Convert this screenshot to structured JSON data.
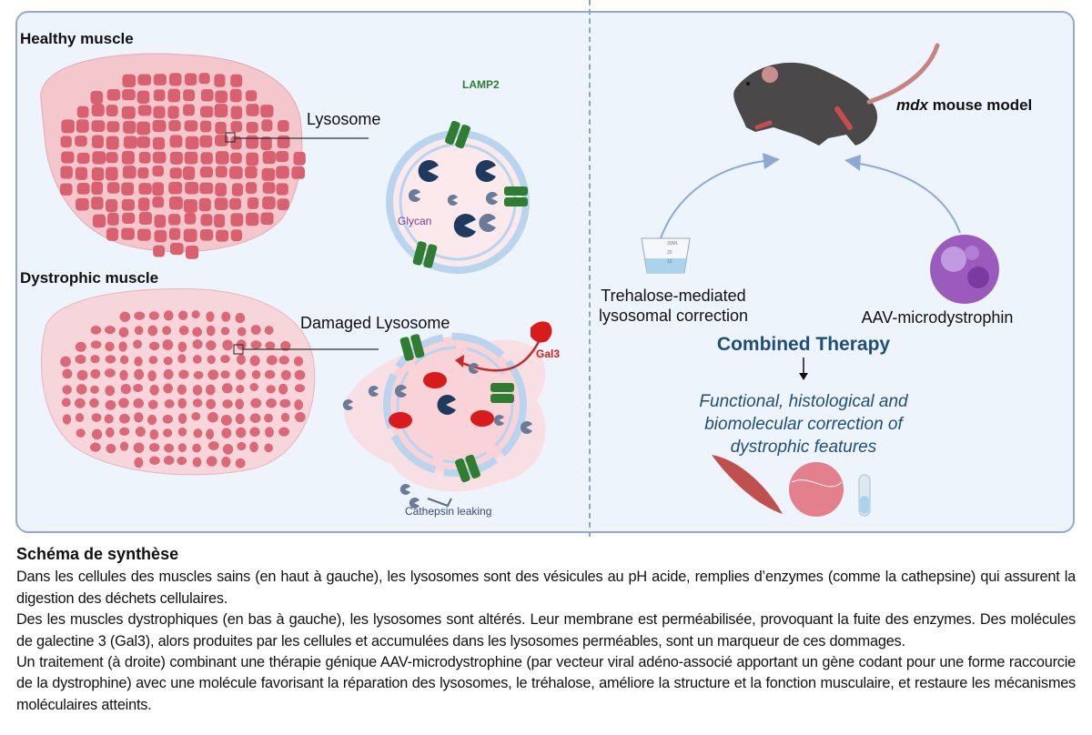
{
  "left_panel": {
    "healthy_title": "Healthy muscle",
    "lysosome_label": "Lysosome",
    "lamp2_label": "LAMP2",
    "glycan_label": "Glycan",
    "dystrophic_title": "Dystrophic muscle",
    "damaged_lysosome_label": "Damaged Lysosome",
    "gal3_label": "Gal3",
    "cathepsin_label": "Cathepsin leaking"
  },
  "right_panel": {
    "mouse_label_italic": "mdx",
    "mouse_label_rest": " mouse model",
    "trehalose_line1": "Trehalose-mediated",
    "trehalose_line2": "lysosomal correction",
    "aav_label": "AAV-microdystrophin",
    "combined_title": "Combined Therapy",
    "outcome_line1": "Functional, histological and",
    "outcome_line2": "biomolecular correction of",
    "outcome_line3": "dystrophic features",
    "beaker_marks": [
      "30ML",
      "20",
      "10"
    ]
  },
  "caption": {
    "title": "Schéma de synthèse",
    "paragraphs": [
      "Dans les cellules des muscles sains (en haut à gauche), les lysosomes sont des vésicules au pH acide, remplies d’enzymes (comme la cathepsine) qui assurent la digestion des déchets cellulaires.",
      "Des les muscles dystrophiques (en bas à gauche), les lysosomes sont altérés. Leur membrane est perméabilisée, provoquant la fuite des enzymes. Des molécules de galectine 3 (Gal3), alors produites par les cellules et accumulées dans les lysosomes perméables, sont un marqueur de ces dommages.",
      "Un traitement (à droite) combinant une thérapie génique AAV-microdystrophine (par vecteur viral adéno-associé apportant un gène codant pour une forme raccourcie de la dystrophine) avec une molécule favorisant la réparation des lysosomes, le tréhalose, améliore la structure et la fonction musculaire, et restaure les mécanismes moléculaires atteints."
    ]
  },
  "colors": {
    "panel_bg": "#eef4fc",
    "panel_border": "#93a9d1",
    "muscle": "#d9606f",
    "lamp2": "#2e7d32",
    "gal3": "#d81b1b",
    "therapy_text": "#1f4e79",
    "arrow": "#8ea8d6"
  }
}
